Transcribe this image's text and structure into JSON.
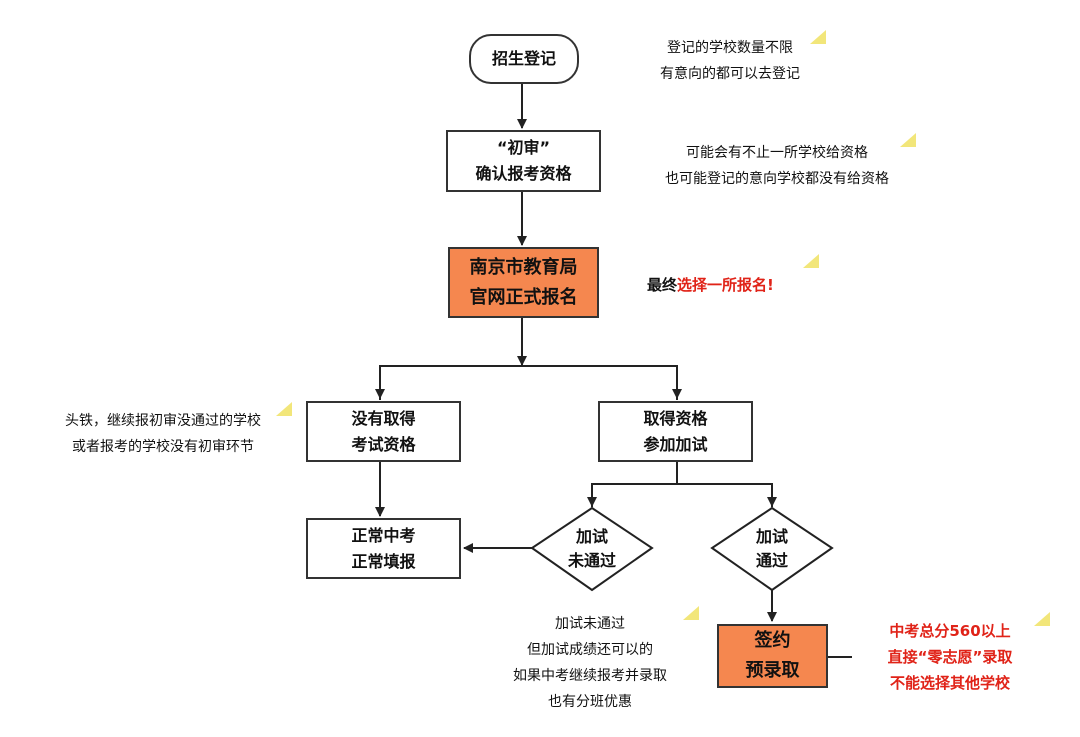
{
  "colors": {
    "box_border": "#333333",
    "orange_fill": "#f5874f",
    "note_red": "#e02318",
    "note_highlight": "#f2e67a"
  },
  "nodes": {
    "start": "招生登记",
    "preliminary_review": [
      "“初审”",
      "确认报考资格"
    ],
    "official_registration": [
      "南京市教育局",
      "官网正式报名"
    ],
    "no_qualification": [
      "没有取得",
      "考试资格"
    ],
    "got_qualification": [
      "取得资格",
      "参加加试"
    ],
    "normal_exam": [
      "正常中考",
      "正常填报"
    ],
    "extra_test_failed": [
      "加试",
      "未通过"
    ],
    "extra_test_passed": [
      "加试",
      "通过"
    ],
    "signed_pre_admission": [
      "签约",
      "预录取"
    ]
  },
  "notes": {
    "registration": [
      "登记的学校数量不限",
      "有意向的都可以去登记"
    ],
    "review": [
      "可能会有不止一所学校给资格",
      "也可能登记的意向学校都没有给资格"
    ],
    "final_choice_prefix": "最终",
    "final_choice_red": "选择一所报名!",
    "stubborn": [
      "头铁，继续报初审没通过的学校",
      "或者报考的学校没有初审环节"
    ],
    "failed_discount": [
      "加试未通过",
      "但加试成绩还可以的",
      "如果中考继续报考并录取",
      "也有分班优惠"
    ],
    "pre_admission": [
      "中考总分560以上",
      "直接“零志愿”录取",
      "不能选择其他学校"
    ]
  }
}
